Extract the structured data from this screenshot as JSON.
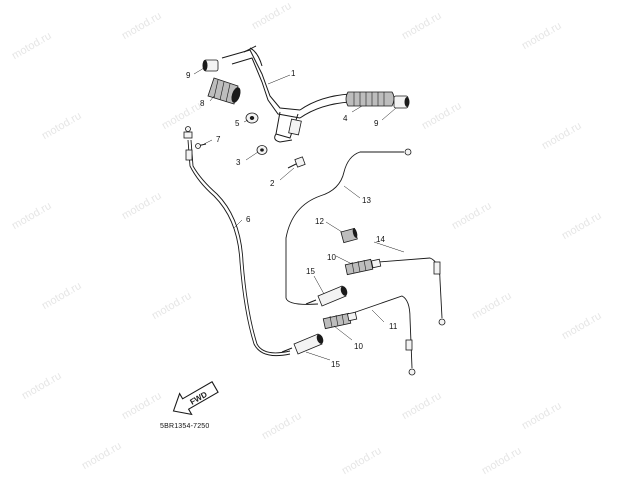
{
  "watermark_text": "motod.ru",
  "drawing_code": "5BR1354-7250",
  "fwd_label": "FWD",
  "callouts": [
    {
      "label": "1"
    },
    {
      "label": "2"
    },
    {
      "label": "3"
    },
    {
      "label": "4"
    },
    {
      "label": "5"
    },
    {
      "label": "6"
    },
    {
      "label": "7"
    },
    {
      "label": "8"
    },
    {
      "label": "9"
    },
    {
      "label": "9"
    },
    {
      "label": "10"
    },
    {
      "label": "10"
    },
    {
      "label": "11"
    },
    {
      "label": "12"
    },
    {
      "label": "13"
    },
    {
      "label": "14"
    },
    {
      "label": "15"
    },
    {
      "label": "15"
    }
  ]
}
